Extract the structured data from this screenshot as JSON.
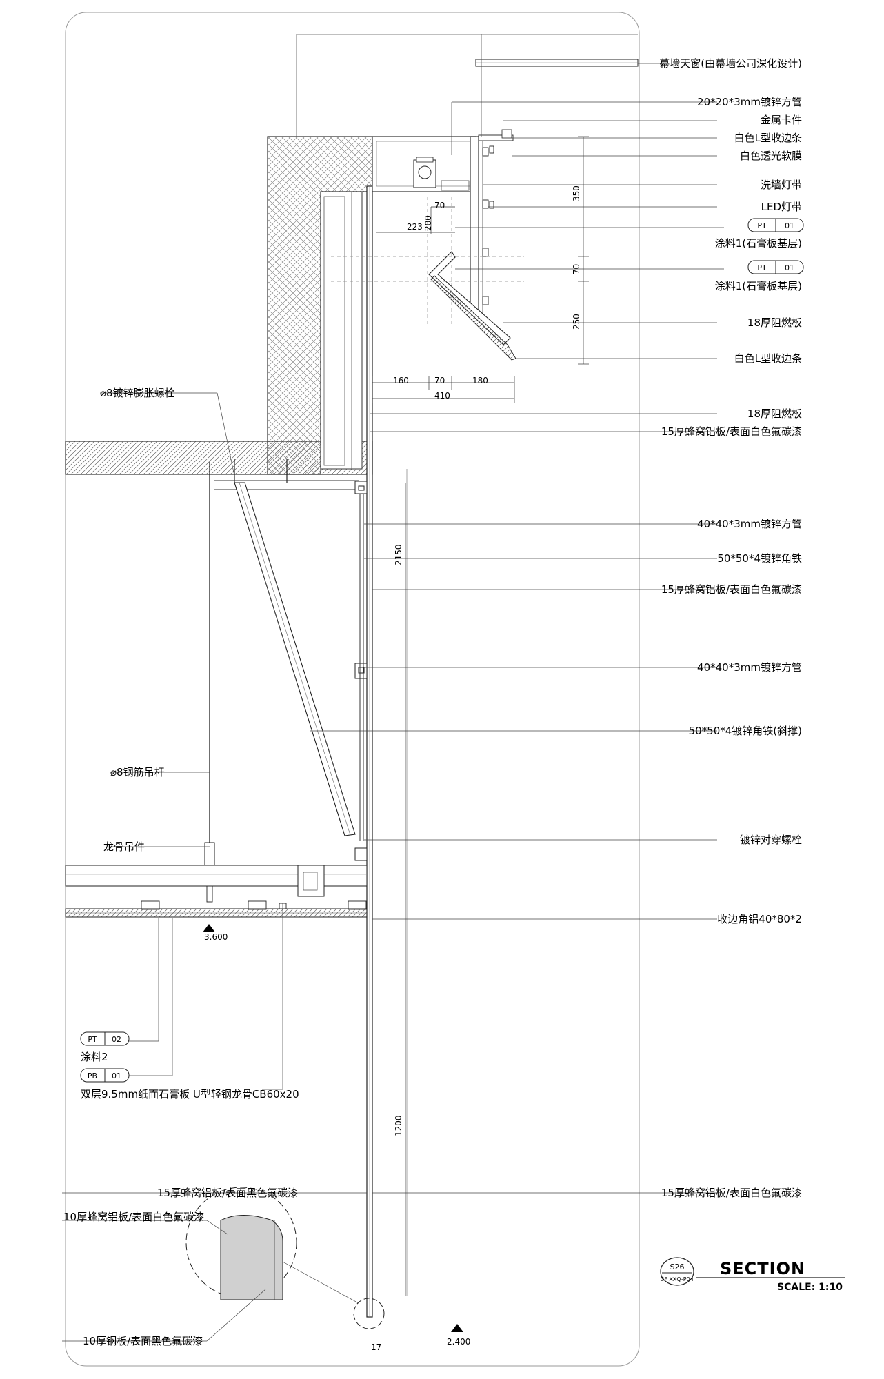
{
  "labels_right": [
    "幕墙天窗(由幕墙公司深化设计)",
    "20*20*3mm镀锌方管",
    "金属卡件",
    "白色L型收边条",
    "白色透光软膜",
    "洗墙灯带",
    "LED灯带",
    "涂料1(石膏板基层)",
    "涂料1(石膏板基层)",
    "18厚阻燃板",
    "白色L型收边条",
    "18厚阻燃板",
    "15厚蜂窝铝板/表面白色氟碳漆",
    "40*40*3mm镀锌方管",
    "50*50*4镀锌角铁",
    "15厚蜂窝铝板/表面白色氟碳漆",
    "40*40*3mm镀锌方管",
    "50*50*4镀锌角铁(斜撑)",
    "镀锌对穿螺栓",
    "收边角铝40*80*2",
    "15厚蜂窝铝板/表面白色氟碳漆"
  ],
  "labels_left": [
    "⌀8镀锌膨胀螺栓",
    "⌀8钢筋吊杆",
    "龙骨吊件",
    "涂料2",
    "双层9.5mm纸面石膏板 U型轻钢龙骨CB60x20",
    "15厚蜂窝铝板/表面黑色氟碳漆",
    "10厚蜂窝铝板/表面白色氟碳漆",
    "10厚钢板/表面黑色氟碳漆"
  ],
  "tags": {
    "pt01_a": [
      "PT",
      "01"
    ],
    "pt01_b": [
      "PT",
      "01"
    ],
    "pt02": [
      "PT",
      "02"
    ],
    "pb01": [
      "PB",
      "01"
    ]
  },
  "dims": {
    "d350": "350",
    "d70v": "70",
    "d250": "250",
    "d70": "70",
    "d200": "200",
    "d223": "223",
    "d160": "160",
    "d70b": "70",
    "d180": "180",
    "d410": "410",
    "d2150": "2150",
    "d1200": "1200",
    "d17": "17"
  },
  "levels": {
    "ceiling": "3.600",
    "floor": "2.400"
  },
  "title_block": {
    "section_no": "S26",
    "sheet_ref": "3F XXQ-P04",
    "title": "SECTION",
    "scale": "SCALE: 1:10"
  }
}
